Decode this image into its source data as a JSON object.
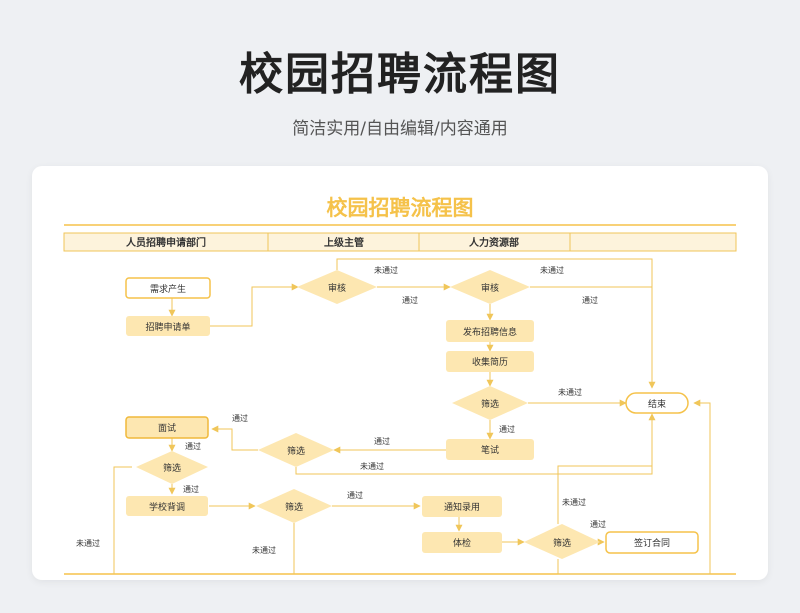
{
  "header": {
    "title": "校园招聘流程图",
    "subtitle": "简洁实用/自由编辑/内容通用"
  },
  "diagram": {
    "title": "校园招聘流程图",
    "lanes": [
      "人员招聘申请部门",
      "上级主管",
      "人力资源部"
    ],
    "nodes": {
      "demand": "需求产生",
      "apply_form": "招聘申请单",
      "review1": "审核",
      "review2": "审核",
      "publish": "发布招聘信息",
      "collect": "收集简历",
      "screen1": "筛选",
      "end": "结束",
      "written": "笔试",
      "screen2": "筛选",
      "interview": "面试",
      "screen3": "筛选",
      "background": "学校背调",
      "screen4": "筛选",
      "notify": "通知录用",
      "physical": "体检",
      "screen5": "筛选",
      "contract": "签订合同"
    },
    "edge_labels": {
      "pass": "通过",
      "fail": "未通过"
    }
  },
  "colors": {
    "accent": "#f5c24a",
    "box_fill": "#fde7b1",
    "header_fill": "#fdf3dc",
    "line": "#f0c65a"
  }
}
